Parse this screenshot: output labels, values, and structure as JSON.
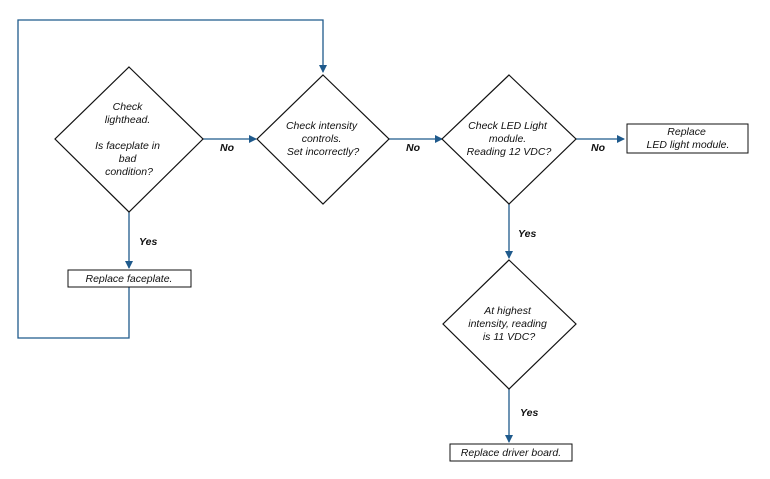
{
  "nodes": {
    "check_lighthead": {
      "lines": [
        "Check",
        "lighthead.",
        "",
        "Is faceplate in",
        "bad",
        "condition?"
      ]
    },
    "check_intensity": {
      "lines": [
        "Check intensity",
        "controls.",
        "Set incorrectly?"
      ]
    },
    "check_led_module": {
      "lines": [
        "Check LED Light",
        "module.",
        "Reading 12 VDC?"
      ]
    },
    "replace_led_module": {
      "lines": [
        "Replace",
        "LED light module."
      ]
    },
    "replace_faceplate": {
      "lines": [
        "Replace faceplate."
      ]
    },
    "highest_intensity": {
      "lines": [
        "At highest",
        "intensity, reading",
        "is 11 VDC?"
      ]
    },
    "replace_driver_board": {
      "lines": [
        "Replace driver board."
      ]
    }
  },
  "edges": {
    "lighthead_no": "No",
    "lighthead_yes": "Yes",
    "intensity_no": "No",
    "led_no": "No",
    "led_yes": "Yes",
    "highest_yes": "Yes"
  },
  "colors": {
    "connector": "#1f5a8c",
    "outline": "#111111"
  }
}
